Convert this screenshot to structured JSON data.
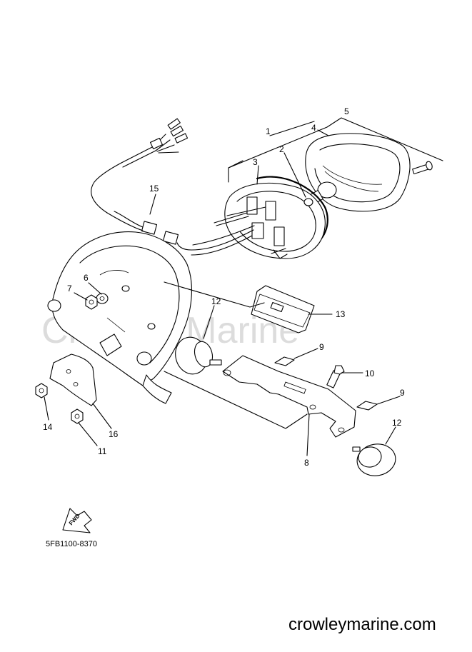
{
  "watermark": "Crowley Marine",
  "site_url": "crowleymarine.com",
  "diagram_code": "5FB1100-8370",
  "fwd_label": "FWD",
  "callouts": [
    "1",
    "2",
    "3",
    "4",
    "5",
    "6",
    "7",
    "8",
    "9",
    "9",
    "10",
    "11",
    "12",
    "12",
    "13",
    "14",
    "15",
    "16"
  ],
  "colors": {
    "line": "#000000",
    "watermark": "#dcdcdc",
    "background": "#ffffff"
  }
}
